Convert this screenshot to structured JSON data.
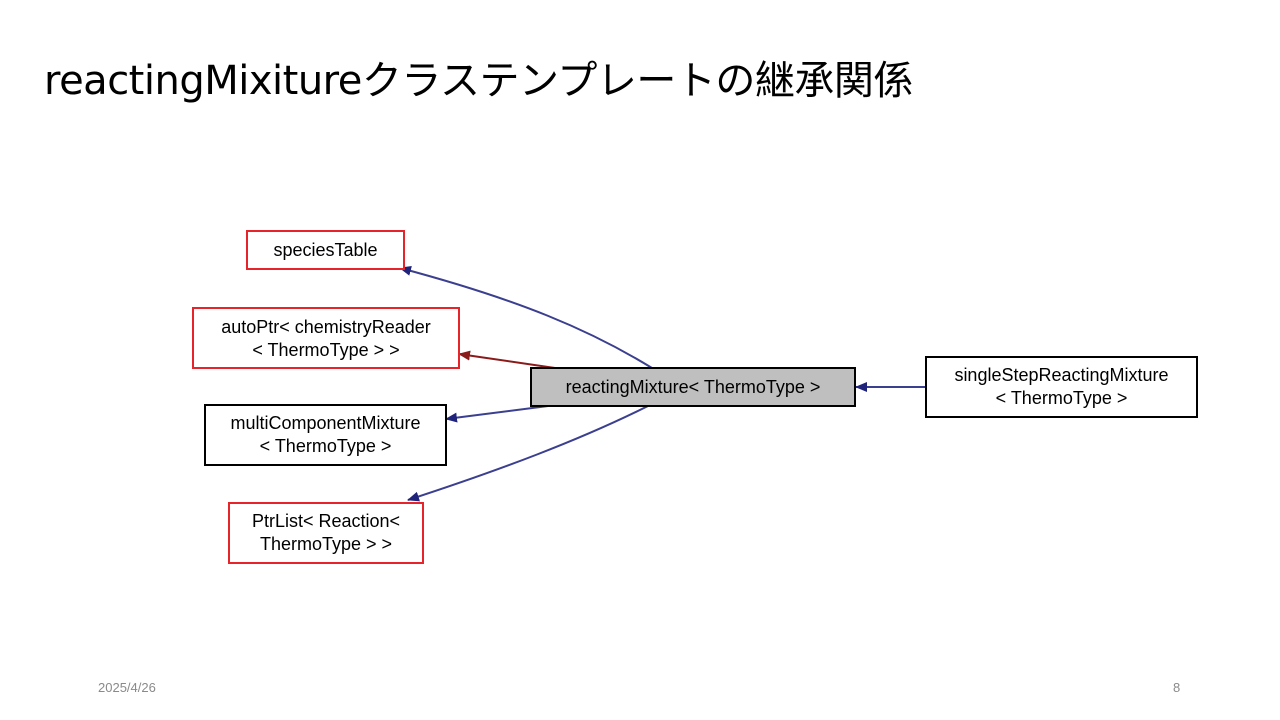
{
  "slide": {
    "title": "reactingMixitureクラステンプレートの継承関係",
    "date": "2025/4/26",
    "page_number": "8"
  },
  "colors": {
    "red_border": "#e8242b",
    "black_border": "#000000",
    "center_fill": "#bfbfbf",
    "edge_blue": "#3b3f8f",
    "edge_dark_red": "#8b1a1a"
  },
  "diagram": {
    "nodes": {
      "species_table": {
        "lines": [
          "speciesTable"
        ]
      },
      "auto_ptr": {
        "lines": [
          "autoPtr< chemistryReader",
          "< ThermoType > >"
        ]
      },
      "multi_component": {
        "lines": [
          "multiComponentMixture",
          "< ThermoType >"
        ]
      },
      "ptr_list": {
        "lines": [
          "PtrList< Reaction<",
          "ThermoType > >"
        ]
      },
      "reacting_mixture": {
        "lines": [
          "reactingMixture< ThermoType >"
        ]
      },
      "single_step": {
        "lines": [
          "singleStepReactingMixture",
          "< ThermoType >"
        ]
      }
    }
  }
}
